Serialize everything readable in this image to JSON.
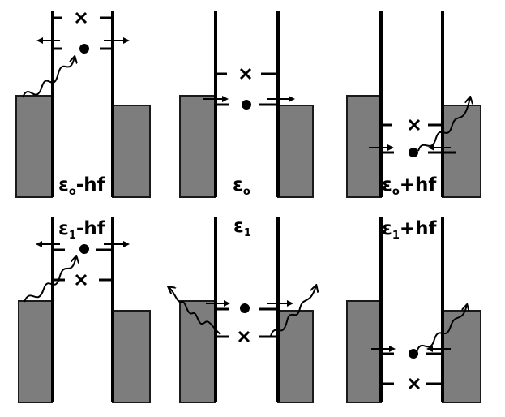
{
  "panels": {
    "top_left": {
      "base": "ε",
      "sub": "o",
      "suffix": "-hf"
    },
    "top_mid": {
      "base": "ε",
      "sub": "o",
      "suffix": ""
    },
    "top_right": {
      "base": "ε",
      "sub": "o",
      "suffix": "+hf"
    },
    "bottom_left": {
      "base": "ε",
      "sub": "1",
      "suffix": "-hf"
    },
    "bottom_mid": {
      "base": "ε",
      "sub": "1",
      "suffix": ""
    },
    "bottom_right": {
      "base": "ε",
      "sub": "1",
      "suffix": "+hf"
    }
  },
  "colors": {
    "lead_fill": "#7d7d7d",
    "line": "#000000",
    "background": "#ffffff"
  }
}
